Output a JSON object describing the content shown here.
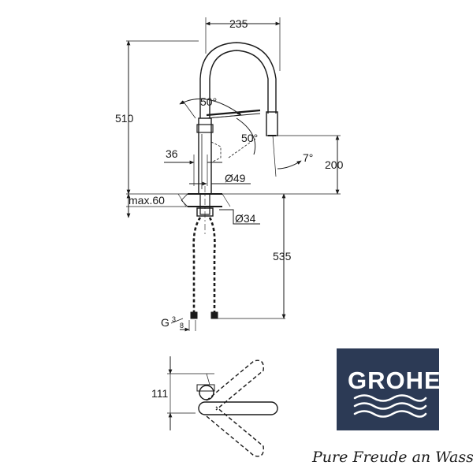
{
  "drawing": {
    "dimensions": {
      "width_top": "235",
      "height_total": "510",
      "angle_swivel": "50°",
      "angle_spray": "50°",
      "offset_36": "36",
      "height_spout": "200",
      "angle_spout": "7°",
      "diameter_body": "Ø49",
      "max_thickness": "max.60",
      "diameter_hole": "Ø34",
      "hose_length": "535",
      "thread": "G",
      "thread_num": "3",
      "thread_den": "8",
      "plan_depth": "111"
    }
  },
  "brand": {
    "name": "GROHE",
    "tagline": "Pure Freude an Wasser",
    "color": "#2c3a55"
  }
}
